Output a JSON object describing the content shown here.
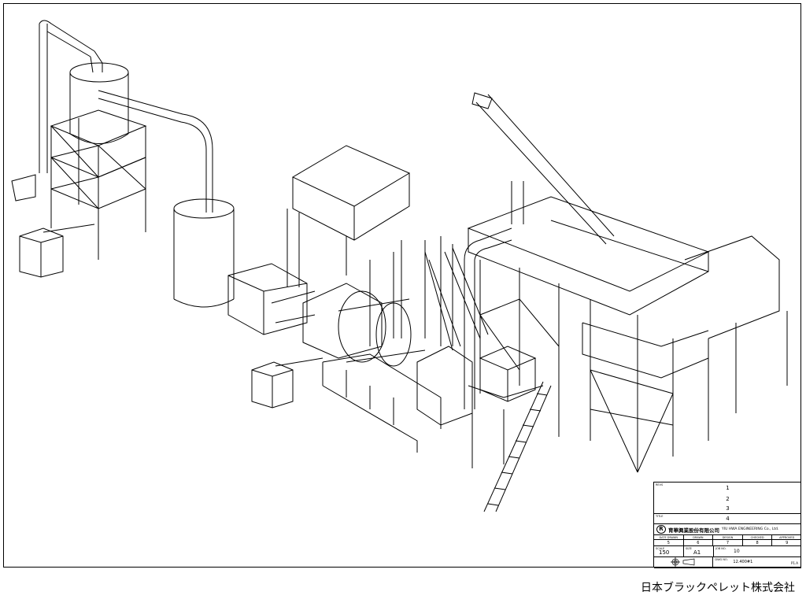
{
  "title_block": {
    "remark_label": "REVS",
    "lines": [
      "1",
      "2",
      "3"
    ],
    "title_label": "TITLE",
    "title_value": "4",
    "company_cn": "育華興業股份有限公司",
    "company_en": "YIU HWA ENGINEERING Co., Ltd.",
    "logo_letter": "R",
    "sign_headers": [
      "DATE DRAWN",
      "DRAWN",
      "DESIGN",
      "CHECKED",
      "APPROVED"
    ],
    "sign_values": [
      "5",
      "6",
      "7",
      "8",
      "9"
    ],
    "scale_label": "SCALE",
    "scale_value": "150",
    "size_label": "SIZE",
    "size_value": "A1",
    "job_label": "JOB NO.",
    "job_value": "10",
    "dwg_label": "DWG NO.",
    "dwg_value": "12.400#1",
    "sheet_value": "P1.A"
  },
  "footer": {
    "company": "日本ブラックペレット株式会社"
  }
}
